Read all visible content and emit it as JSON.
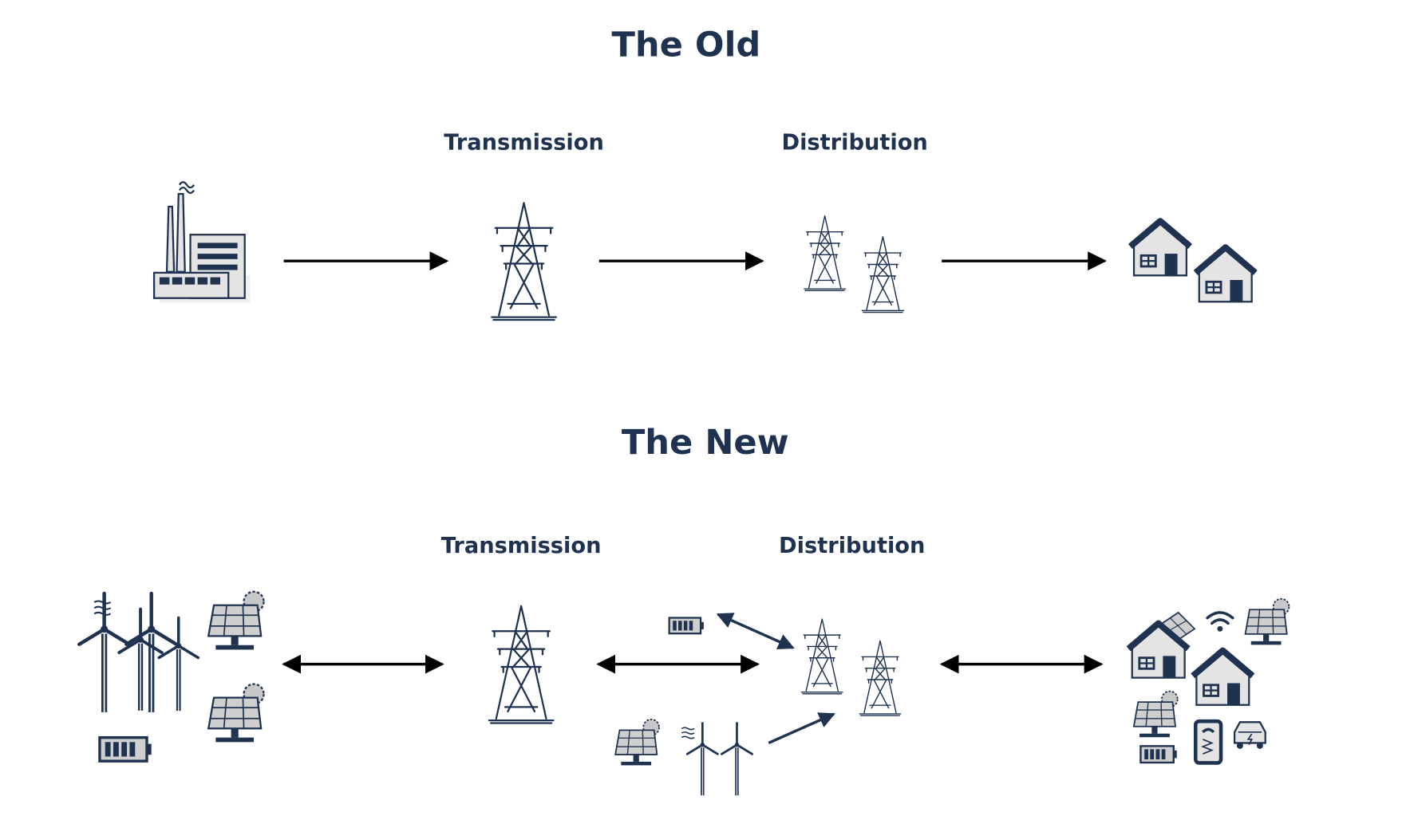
{
  "old": {
    "title": "The Old",
    "transmission_label": "Transmission",
    "distribution_label": "Distribution"
  },
  "new": {
    "title": "The New",
    "transmission_label": "Transmission",
    "distribution_label": "Distribution"
  },
  "colors": {
    "navy": "#1f3350",
    "gray": "#d6d6d6",
    "arrow": "#000000"
  }
}
